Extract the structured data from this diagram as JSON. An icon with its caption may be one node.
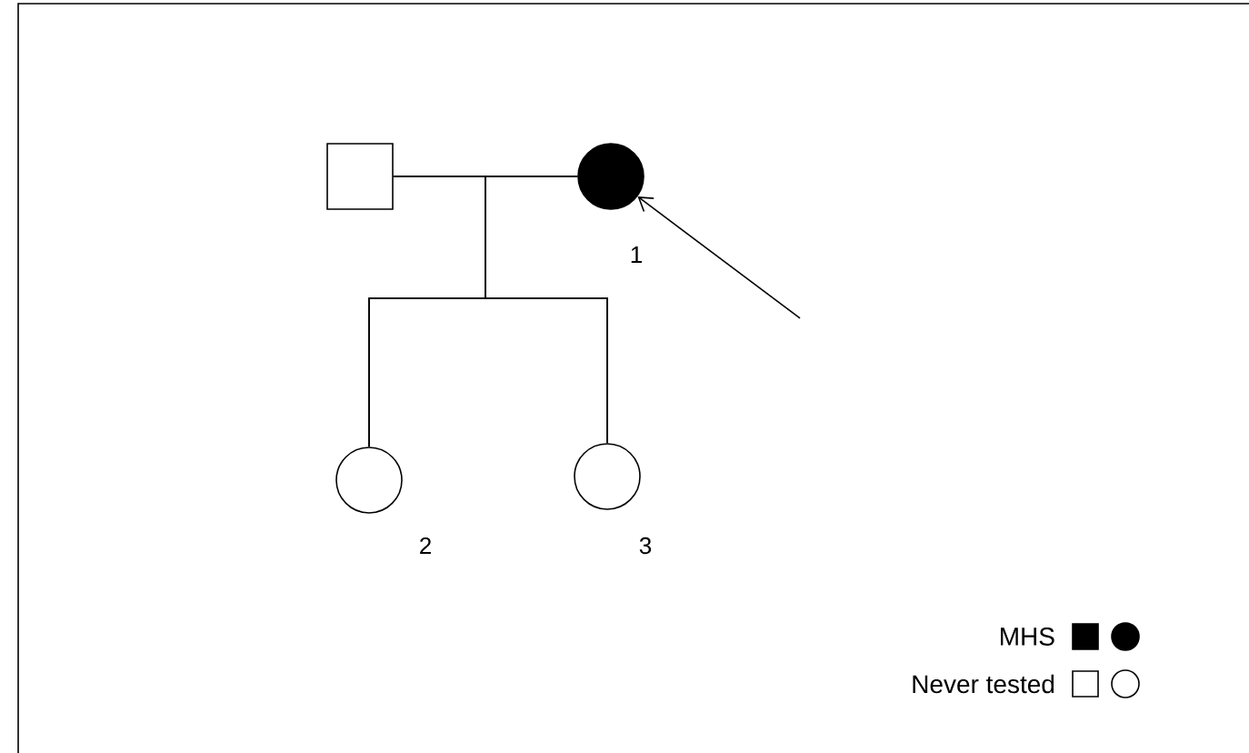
{
  "diagram": {
    "nodes": [
      {
        "text": [],
        "shape": "box"
      },
      {
        "text": [],
        "shape": "circle",
        "beside": [
          "1"
        ]
      },
      {
        "text": [],
        "shape": "circle",
        "beside": [
          "2"
        ]
      },
      {
        "text": [],
        "shape": "circle",
        "beside": [
          "3"
        ]
      }
    ],
    "edges": [
      {
        "from": 0,
        "to": 1,
        "arrow": "none"
      },
      {
        "from": 0,
        "to": 2,
        "arrow": "none"
      },
      {
        "from": 1,
        "to": 2,
        "arrow": "none"
      },
      {
        "from": 0,
        "to": 3,
        "arrow": "none"
      },
      {
        "from": 1,
        "to": 3,
        "arrow": "none"
      },
      {
        "from": null,
        "to": 1,
        "arrow": "to"
      }
    ],
    "legend": [
      {
        "text": "MHS"
      },
      {
        "text": "Never tested"
      }
    ]
  }
}
